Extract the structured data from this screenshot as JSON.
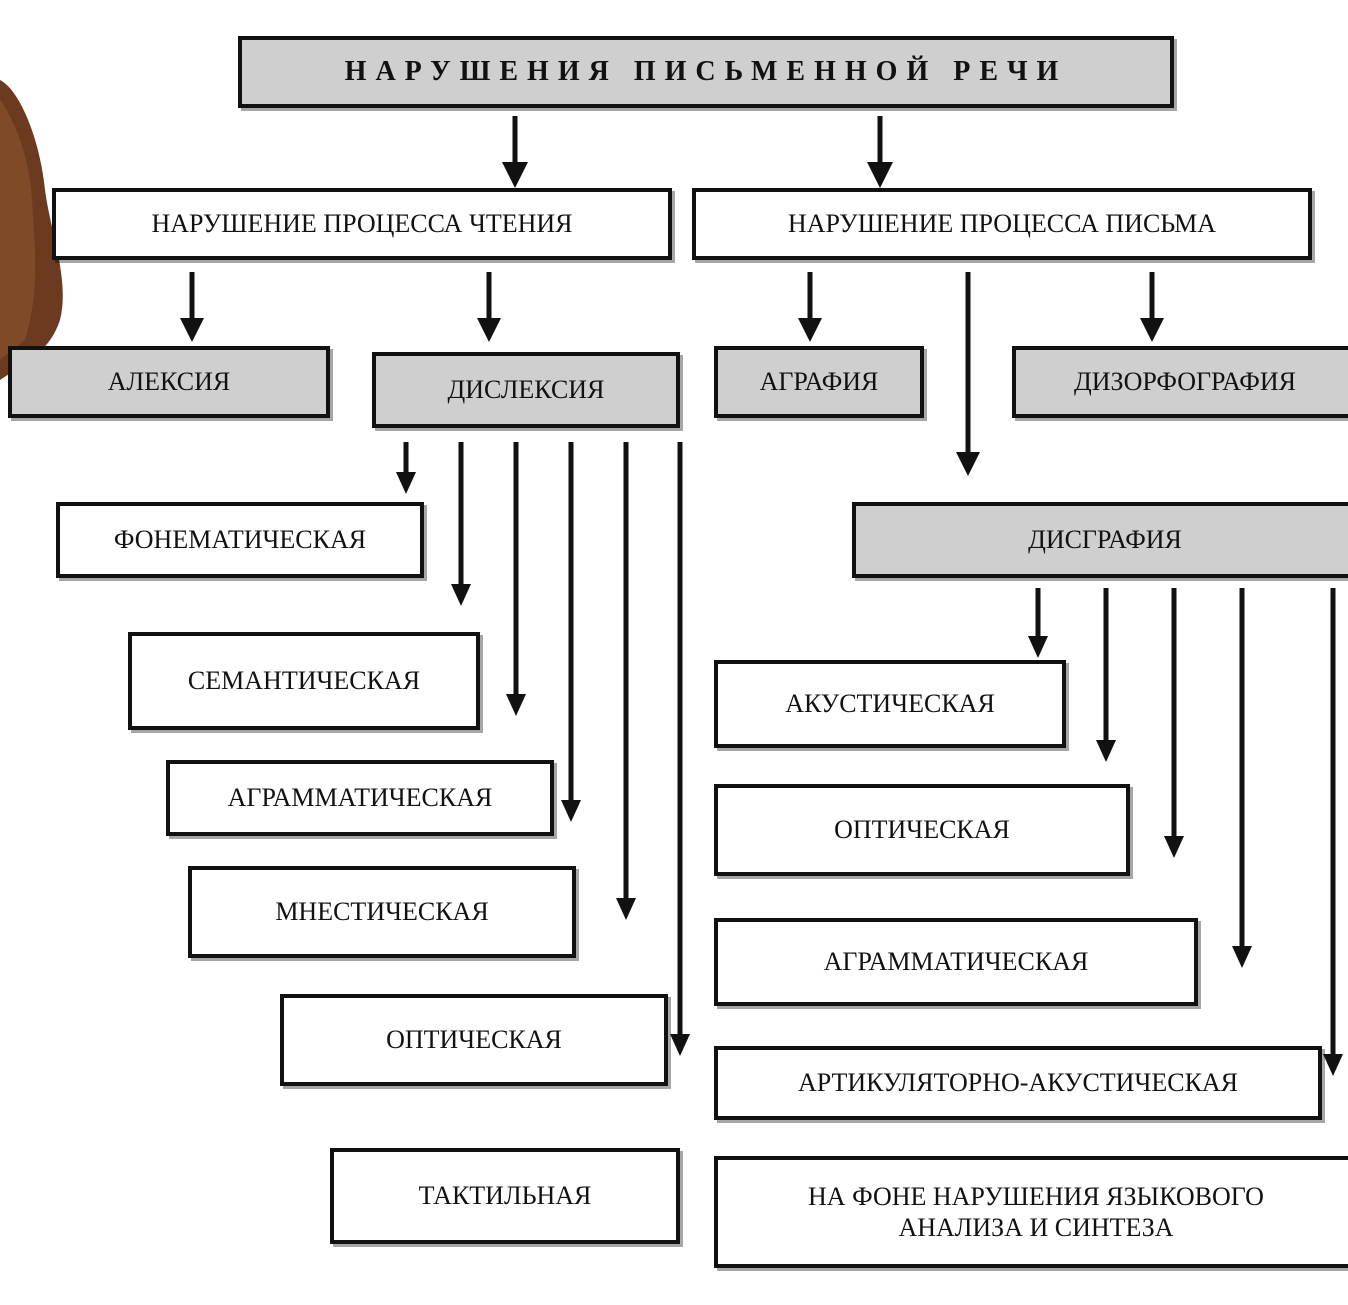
{
  "colors": {
    "box_fill_gray": "#cfcfcf",
    "box_fill_white": "#ffffff",
    "line": "#111111",
    "fur": "#6b3a1f"
  },
  "diagram": {
    "root": "НАРУШЕНИЯ  ПИСЬМЕННОЙ  РЕЧИ",
    "reading": {
      "label": "НАРУШЕНИЕ  ПРОЦЕССА ЧТЕНИЯ",
      "alexia": "АЛЕКСИЯ",
      "dyslexia": "ДИСЛЕКСИЯ",
      "dyslexia_types": [
        "ФОНЕМАТИЧЕСКАЯ",
        "СЕМАНТИЧЕСКАЯ",
        "АГРАММАТИЧЕСКАЯ",
        "МНЕСТИЧЕСКАЯ",
        "ОПТИЧЕСКАЯ",
        "ТАКТИЛЬНАЯ"
      ]
    },
    "writing": {
      "label": "НАРУШЕНИЕ ПРОЦЕССА ПИСЬМА",
      "agraphia": "АГРАФИЯ",
      "dysorthography": "ДИЗОРФОГРАФИЯ",
      "dysgraphia": "ДИСГРАФИЯ",
      "dysgraphia_types": [
        "АКУСТИЧЕСКАЯ",
        "ОПТИЧЕСКАЯ",
        "АГРАММАТИЧЕСКАЯ",
        "АРТИКУЛЯТОРНО-АКУСТИЧЕСКАЯ",
        "НА  ФОНЕ  НАРУШЕНИЯ  ЯЗЫКОВОГО\nАНАЛИЗА  И  СИНТЕЗА"
      ]
    }
  }
}
